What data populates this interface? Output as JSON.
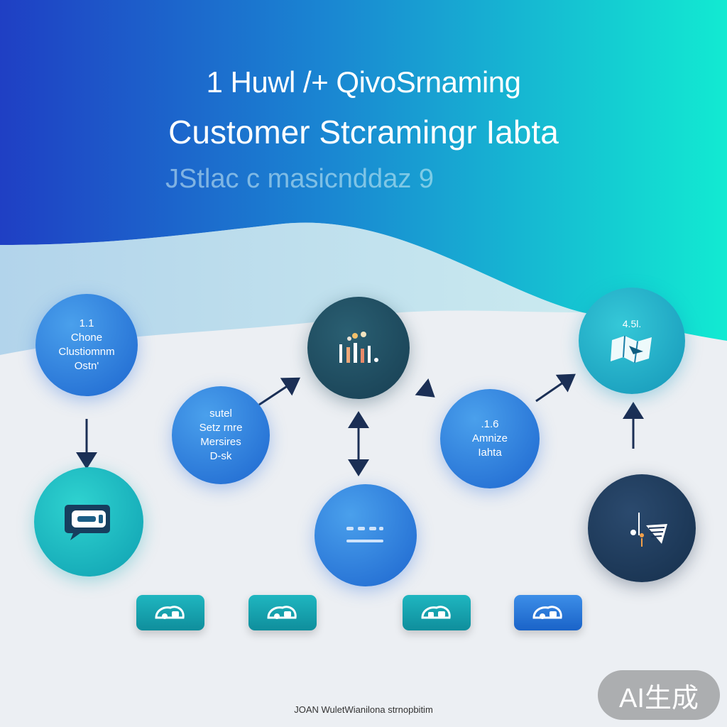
{
  "title": {
    "line1": "1 Huwl /+ QivoSrnaming",
    "line2": "Customer Stcramingr Iabta",
    "line3": "JStlac c masicnddaz 9"
  },
  "nodes": {
    "n1": {
      "label": "1.1\nChone\nClustiomnm\nOstn'"
    },
    "n2": {
      "label": "sutel\nSetz rnre\nMersires\nD-sk"
    },
    "n3": {
      "label": ""
    },
    "n4": {
      "label": ".1.6\nAmnize\nIahta"
    },
    "n5": {
      "label": "4.5l."
    },
    "n6": {
      "label": ""
    },
    "n7": {
      "label": ""
    },
    "n8": {
      "label": ""
    }
  },
  "icons": {
    "n3": "bar-chart-icon",
    "n5": "folded-map-icon",
    "n6": "chat-bubble-icon",
    "n7": "list-dash-icon",
    "n8": "chart-flag-icon",
    "pill": "cloud-car-icon"
  },
  "footer": "JOAN WuletWianilona strnopbitim",
  "badge": "AI生成",
  "colors": {
    "bg_top_left": "#1f43c8",
    "bg_top_right": "#16e6d0",
    "node_blue": "#2b7fe0",
    "node_teal": "#16b4c0",
    "arrow": "#1b2f55"
  }
}
